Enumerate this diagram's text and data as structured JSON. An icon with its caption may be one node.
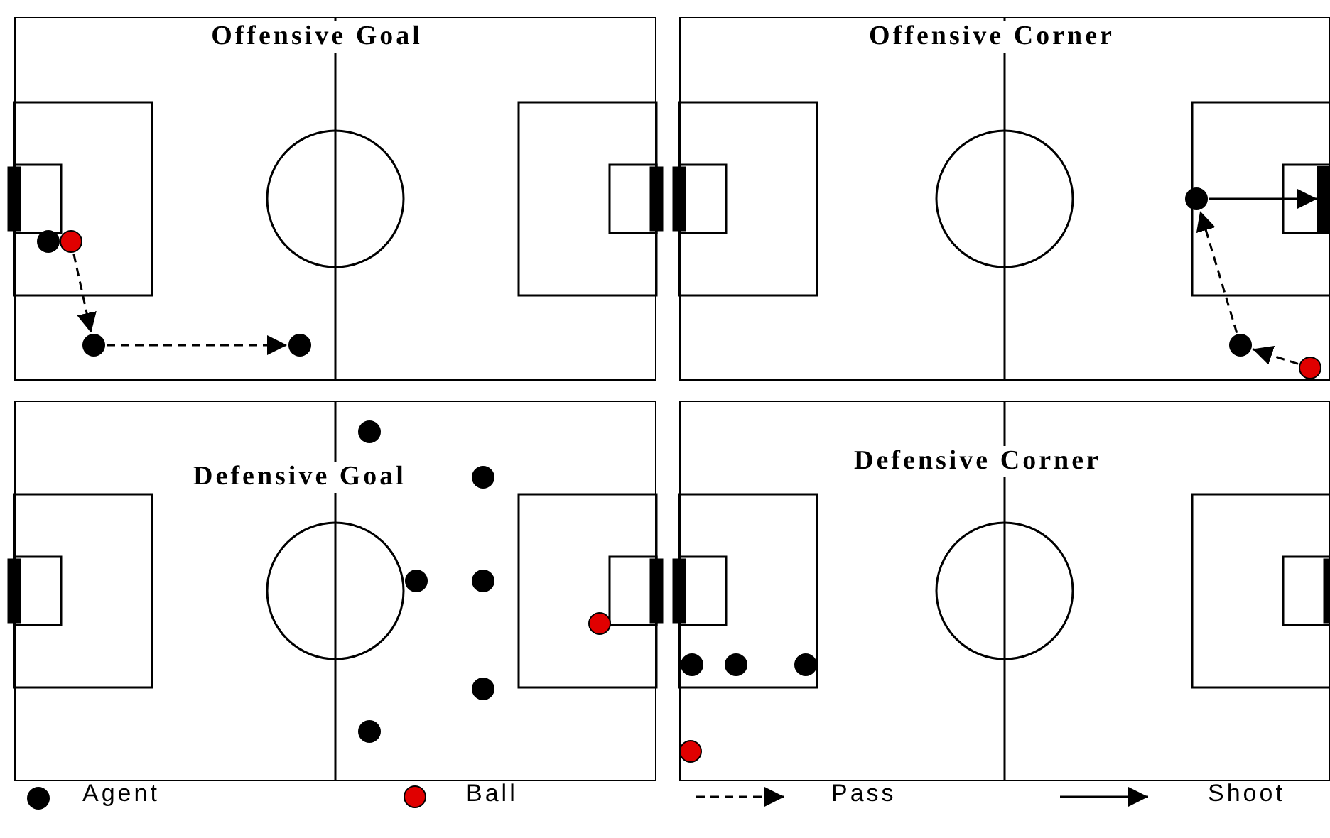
{
  "diagram": {
    "nodes": [
      {
        "text": [
          "Offensive Goal"
        ]
      },
      {
        "text": [],
        "shape": "circle",
        "in": 0
      },
      {
        "text": [],
        "shape": "circle",
        "in": 0
      },
      {
        "text": [],
        "shape": "circle",
        "in": 0
      },
      {
        "text": [],
        "shape": "circle",
        "in": 0
      },
      {
        "text": [
          "Offensive Corner"
        ]
      },
      {
        "text": [],
        "shape": "circle",
        "in": 5
      },
      {
        "text": [],
        "shape": "bar",
        "in": 5
      },
      {
        "text": [],
        "shape": "circle",
        "in": 5
      },
      {
        "text": [],
        "shape": "circle",
        "in": 5
      },
      {
        "text": [
          "Defensive Goal"
        ]
      },
      {
        "text": [],
        "shape": "circle",
        "in": 10
      },
      {
        "text": [],
        "shape": "circle",
        "in": 10
      },
      {
        "text": [],
        "shape": "circle",
        "in": 10
      },
      {
        "text": [],
        "shape": "circle",
        "in": 10
      },
      {
        "text": [],
        "shape": "circle",
        "in": 10
      },
      {
        "text": [],
        "shape": "circle",
        "in": 10
      },
      {
        "text": [],
        "shape": "circle",
        "in": 10
      },
      {
        "text": [
          "Defensive Corner"
        ]
      },
      {
        "text": [],
        "shape": "circle",
        "in": 18
      },
      {
        "text": [],
        "shape": "circle",
        "in": 18
      },
      {
        "text": [],
        "shape": "circle",
        "in": 18
      },
      {
        "text": [],
        "shape": "circle",
        "in": 18
      }
    ],
    "edges": [
      {
        "from": 2,
        "to": 3,
        "arrow": "to",
        "style": "dashed"
      },
      {
        "from": 3,
        "to": 4,
        "arrow": "to",
        "style": "dashed"
      },
      {
        "from": 9,
        "to": 8,
        "arrow": "to",
        "style": "dashed"
      },
      {
        "from": 8,
        "to": 6,
        "arrow": "to",
        "style": "dashed"
      },
      {
        "from": 6,
        "to": 7,
        "arrow": "to"
      }
    ],
    "legend": [
      {
        "text": "Agent"
      },
      {
        "text": "Ball"
      },
      {
        "text": "Pass"
      },
      {
        "text": "Shoot"
      }
    ]
  }
}
